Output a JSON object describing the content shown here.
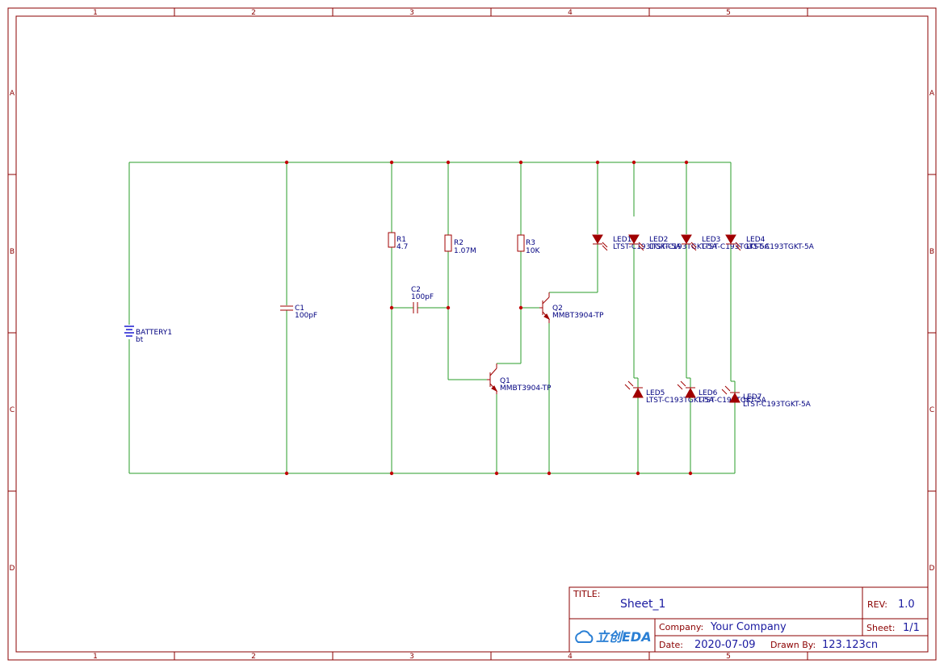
{
  "sheet": {
    "columns": [
      "1",
      "2",
      "3",
      "4",
      "5"
    ],
    "rows": [
      "A",
      "B",
      "C",
      "D"
    ]
  },
  "components": {
    "battery1": {
      "ref": "BATTERY1",
      "value": "bt"
    },
    "c1": {
      "ref": "C1",
      "value": "100pF"
    },
    "r1": {
      "ref": "R1",
      "value": "4.7"
    },
    "c2": {
      "ref": "C2",
      "value": "100pF"
    },
    "r2": {
      "ref": "R2",
      "value": "1.07M"
    },
    "r3": {
      "ref": "R3",
      "value": "10K"
    },
    "q1": {
      "ref": "Q1",
      "value": "MMBT3904-TP"
    },
    "q2": {
      "ref": "Q2",
      "value": "MMBT3904-TP"
    },
    "led1": {
      "ref": "LED1",
      "value": "LTST-C193TGKT-5A"
    },
    "led2": {
      "ref": "LED2",
      "value": "LTST-C193TGKT-5A"
    },
    "led3": {
      "ref": "LED3",
      "value": "LTST-C193TGKT-5A"
    },
    "led4": {
      "ref": "LED4",
      "value": "LTST-C193TGKT-5A"
    },
    "led5": {
      "ref": "LED5",
      "value": "LTST-C193TGKT-5A"
    },
    "led6": {
      "ref": "LED6",
      "value": "LTST-C193TGKT-5A"
    },
    "led7": {
      "ref": "LED7",
      "value": "LTST-C193TGKT-5A"
    }
  },
  "title_block": {
    "title_label": "TITLE:",
    "title": "Sheet_1",
    "rev_label": "REV:",
    "rev": "1.0",
    "company_label": "Company:",
    "company": "Your Company",
    "sheet_label": "Sheet:",
    "sheet": "1/1",
    "date_label": "Date:",
    "date": "2020-07-09",
    "drawn_by_label": "Drawn By:",
    "drawn_by": "123.123cn",
    "logo_text": "立创EDA"
  },
  "colors": {
    "frame": "#8b0000",
    "wire": "#2a9d2a",
    "part": "#a00000",
    "text": "#000080"
  }
}
